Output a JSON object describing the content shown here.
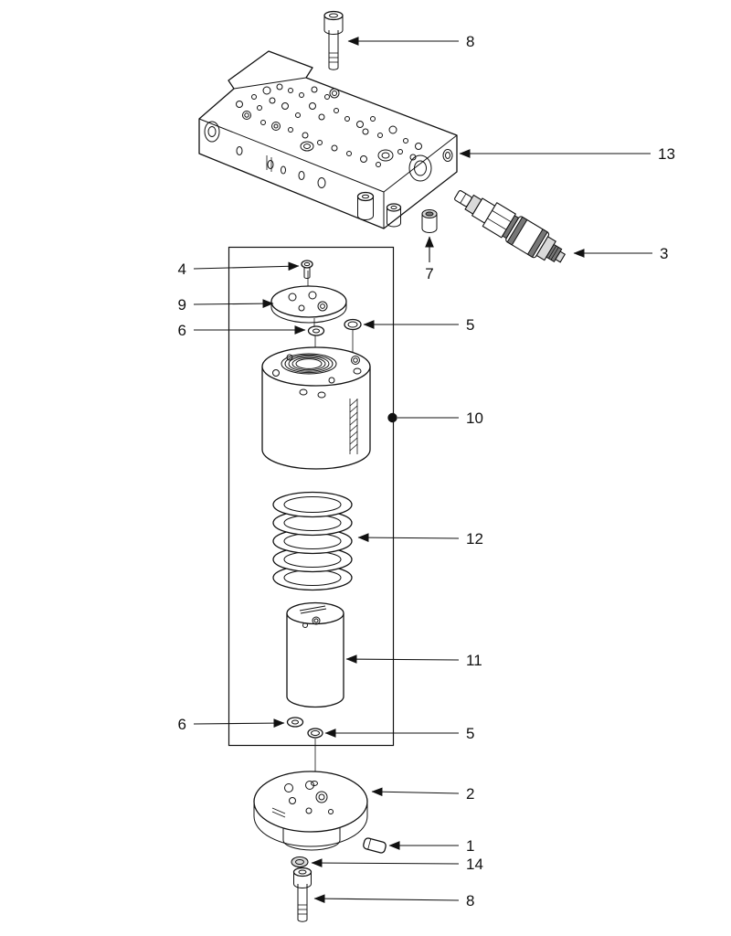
{
  "figure": {
    "figure_type": "exploded-parts-technical-drawing",
    "callouts": {
      "top_bolt": "8",
      "manifold_block": "13",
      "cartridge_valve": "3",
      "plug": "7",
      "screw": "4",
      "top_plate": "9",
      "washer_upper": "6",
      "oring_upper": "5",
      "valve_housing": "10",
      "spring": "12",
      "piston": "11",
      "washer_lower": "6",
      "oring_lower": "5",
      "end_cap": "2",
      "pin": "1",
      "lock_washer": "14",
      "bottom_bolt": "8"
    }
  },
  "colors": {
    "line": "#111111",
    "background": "#ffffff"
  }
}
